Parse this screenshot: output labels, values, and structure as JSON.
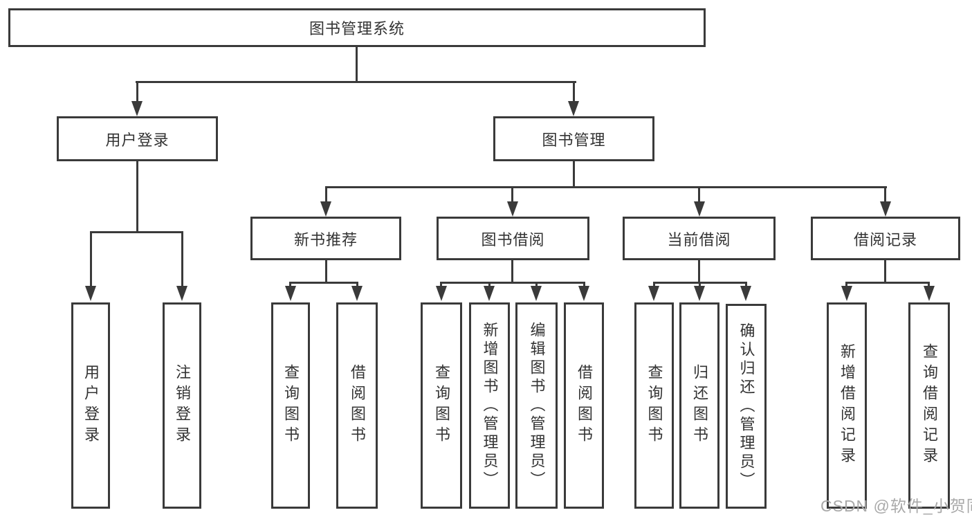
{
  "diagram": {
    "type": "tree",
    "root": {
      "label": "图书管理系统"
    },
    "level2": [
      {
        "label": "用户登录"
      },
      {
        "label": "图书管理"
      }
    ],
    "level3": [
      {
        "label": "新书推荐",
        "parent": "图书管理"
      },
      {
        "label": "图书借阅",
        "parent": "图书管理"
      },
      {
        "label": "当前借阅",
        "parent": "图书管理"
      },
      {
        "label": "借阅记录",
        "parent": "图书管理"
      }
    ],
    "leaves": [
      {
        "label": "用户登录",
        "parent": "用户登录"
      },
      {
        "label": "注销登录",
        "parent": "用户登录"
      },
      {
        "label": "查询图书",
        "parent": "新书推荐"
      },
      {
        "label": "借阅图书",
        "parent": "新书推荐"
      },
      {
        "label": "查询图书",
        "parent": "图书借阅"
      },
      {
        "label": "新增图书（管理员）",
        "parent": "图书借阅"
      },
      {
        "label": "编辑图书（管理员）",
        "parent": "图书借阅"
      },
      {
        "label": "借阅图书",
        "parent": "图书借阅"
      },
      {
        "label": "查询图书",
        "parent": "当前借阅"
      },
      {
        "label": "归还图书",
        "parent": "当前借阅"
      },
      {
        "label": "确认归还（管理员）",
        "parent": "当前借阅"
      },
      {
        "label": "新增借阅记录",
        "parent": "借阅记录"
      },
      {
        "label": "查询借阅记录",
        "parent": "借阅记录"
      }
    ]
  },
  "watermark": {
    "text": "CSDN @软件_小贺同学"
  },
  "colors": {
    "line": "#3a3a3a",
    "text": "#333333",
    "background": "#ffffff",
    "watermark": "#a9a9a9"
  }
}
